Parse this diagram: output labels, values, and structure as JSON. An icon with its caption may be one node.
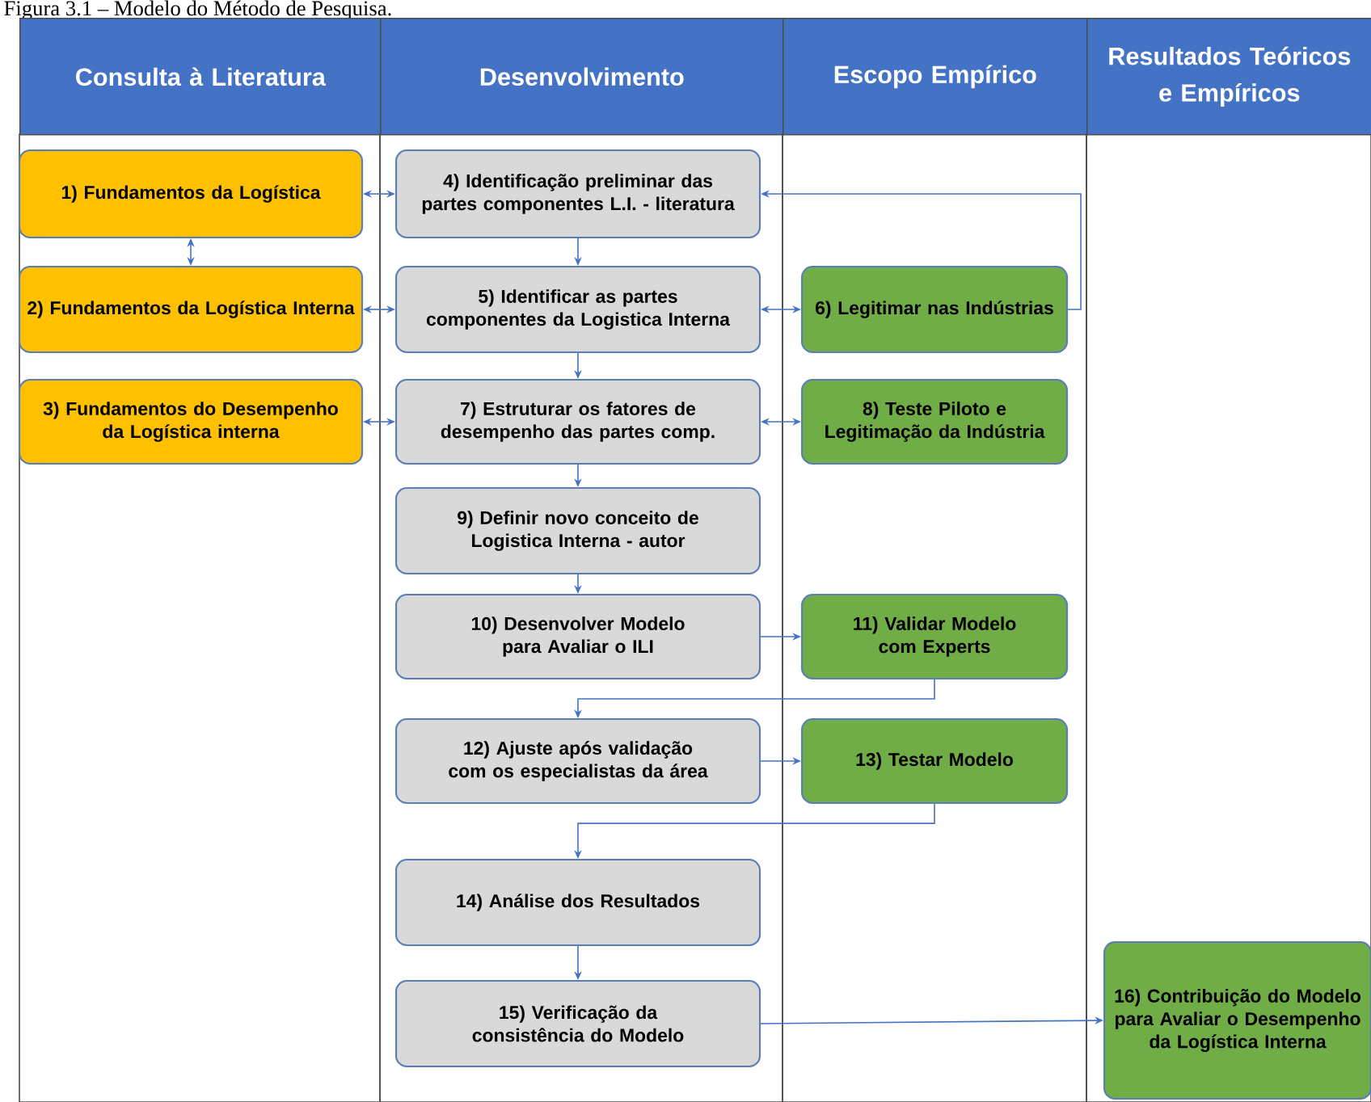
{
  "diagram": {
    "title": "Figura 3.1 – Modelo do Método de Pesquisa.",
    "nodes": [
      {
        "text": [
          "Consulta à Literatura"
        ]
      },
      {
        "text": [
          "Desenvolvimento"
        ]
      },
      {
        "text": [
          "Escopo Empírico"
        ]
      },
      {
        "text": [
          "Resultados Teóricos e Empíricos"
        ]
      },
      {
        "text": [
          "1) Fundamentos da Logística"
        ],
        "in": 0
      },
      {
        "text": [
          "2) Fundamentos da Logística Interna"
        ],
        "in": 0
      },
      {
        "text": [
          "3) Fundamentos do Desempenho da Logística interna"
        ],
        "in": 0
      },
      {
        "text": [
          "4) Identificação preliminar das partes componentes L.I. - literatura"
        ],
        "in": 1
      },
      {
        "text": [
          "5) Identificar as partes componentes da Logistica Interna"
        ],
        "in": 1
      },
      {
        "text": [
          "6) Legitimar  nas Indústrias"
        ],
        "in": 2
      },
      {
        "text": [
          "7) Estruturar os fatores de desempenho das partes comp."
        ],
        "in": 1
      },
      {
        "text": [
          "8) Teste Piloto e Legitimação da Indústria"
        ],
        "in": 2
      },
      {
        "text": [
          "9) Definir novo conceito de Logistica Interna - autor"
        ],
        "in": 1
      },
      {
        "text": [
          "10) Desenvolver Modelo para Avaliar o ILI"
        ],
        "in": 1
      },
      {
        "text": [
          "11) Validar Modelo com Experts"
        ],
        "in": 2
      },
      {
        "text": [
          "12) Ajuste após validação com os especialistas da área"
        ],
        "in": 1
      },
      {
        "text": [
          "13) Testar Modelo"
        ],
        "in": 2
      },
      {
        "text": [
          "14) Análise dos Resultados"
        ],
        "in": 1
      },
      {
        "text": [
          "15) Verificação da consistência do Modelo"
        ],
        "in": 1
      },
      {
        "text": [
          "16) Contribuição do Modelo para Avaliar o Desempenho da Logística Interna"
        ],
        "in": 3
      }
    ],
    "edges": [
      {
        "from": 4,
        "to": 7,
        "arrow": "both"
      },
      {
        "from": 4,
        "to": 5,
        "arrow": "both"
      },
      {
        "from": 5,
        "to": 8,
        "arrow": "both"
      },
      {
        "from": 6,
        "to": 10,
        "arrow": "both"
      },
      {
        "from": 7,
        "to": 8,
        "arrow": "to"
      },
      {
        "from": 9,
        "to": 7,
        "arrow": "to"
      },
      {
        "from": 9,
        "to": 8,
        "arrow": "both"
      },
      {
        "from": 8,
        "to": 10,
        "arrow": "to"
      },
      {
        "from": 11,
        "to": 10,
        "arrow": "both"
      },
      {
        "from": 10,
        "to": 12,
        "arrow": "to"
      },
      {
        "from": 12,
        "to": 13,
        "arrow": "to"
      },
      {
        "from": 13,
        "to": 14,
        "arrow": "to"
      },
      {
        "from": 14,
        "to": 15,
        "arrow": "to"
      },
      {
        "from": 15,
        "to": 16,
        "arrow": "to"
      },
      {
        "from": 16,
        "to": 17,
        "arrow": "to"
      },
      {
        "from": 17,
        "to": 18,
        "arrow": "to"
      },
      {
        "from": 18,
        "to": 19,
        "arrow": "to"
      }
    ]
  }
}
